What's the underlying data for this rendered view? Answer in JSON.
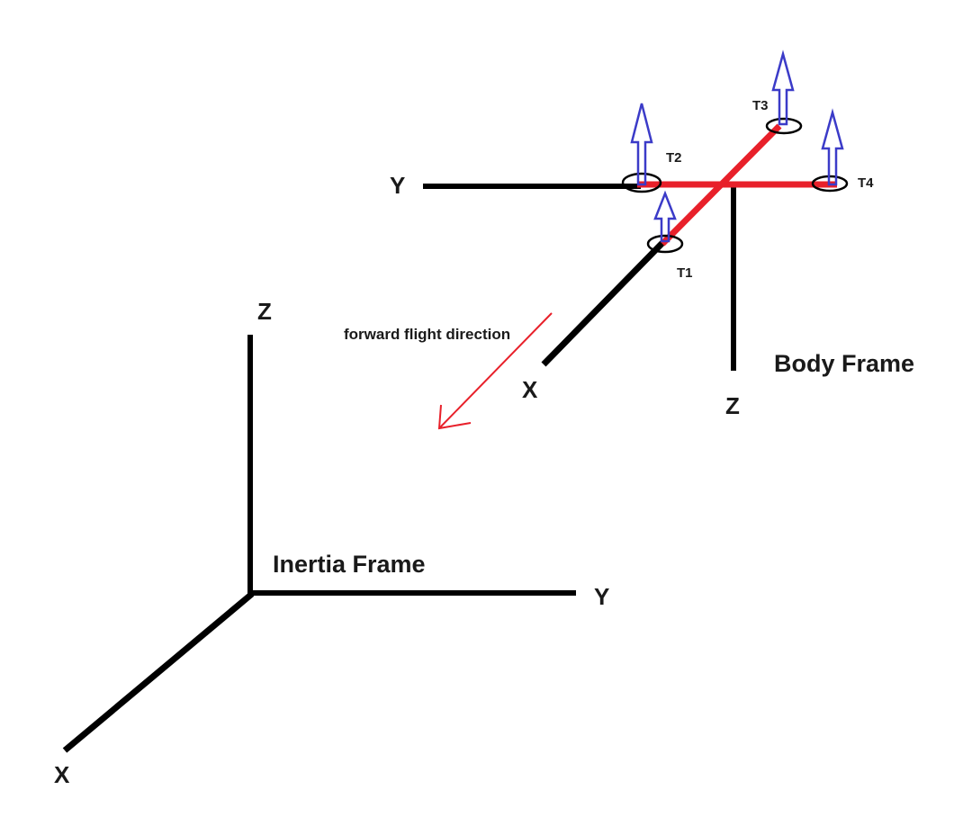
{
  "inertia_frame": {
    "title": "Inertia Frame",
    "x_label": "X",
    "y_label": "Y",
    "z_label": "Z"
  },
  "body_frame": {
    "title": "Body Frame",
    "x_label": "X",
    "y_label": "Y",
    "z_label": "Z"
  },
  "thrusts": [
    "T1",
    "T2",
    "T3",
    "T4"
  ],
  "direction_label": "forward flight direction",
  "colors": {
    "axis": "#000000",
    "arm": "#e8202a",
    "thrust_arrow": "#3b3bc8",
    "direction_arrow": "#e8202a"
  }
}
